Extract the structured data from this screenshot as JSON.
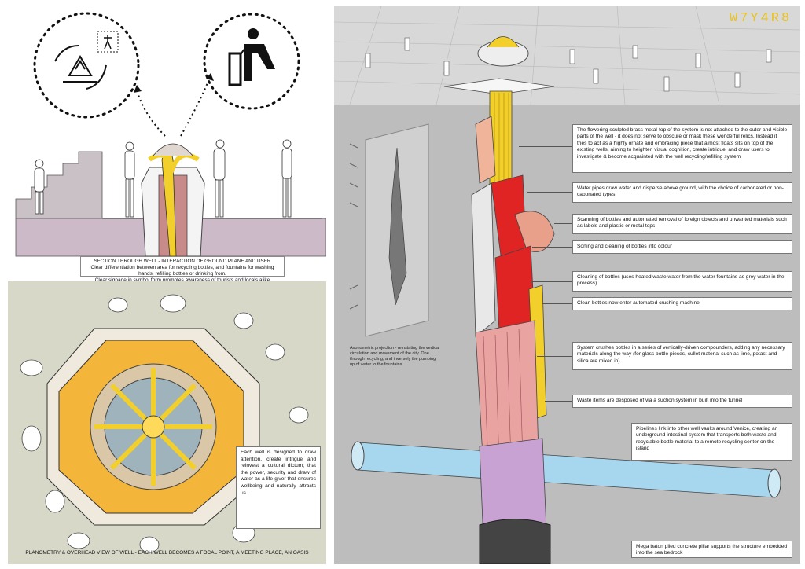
{
  "code": "W7Y4R8",
  "section": {
    "title": "SECTION THROUGH WELL - INTERACTION OF GROUND PLANE AND USER",
    "line1": "Clear differentiation between area for recycling bottles, and fountains for washing hands, refilling bottles or drinking from.",
    "line2": "Clear signage in symbol form promotes awareness of tourists and locals alike"
  },
  "plan": {
    "description": "Each well is designed to draw attention, create intrigue and reinvest a cultural dictum; that the power, security and draw of water as a life-giver that ensures wellbeing and naturally attracts us.",
    "caption": "PLANOMETRY & OVERHEAD VIEW OF WELL - EACH WELL BECOMES A FOCAL POINT, A MEETING PLACE, AN OASIS"
  },
  "axo_note": "Axonometric projection - reinstating the vertical circulation and movement of the city. One through recycling, and inversely the pumping up of water to the fountains",
  "notes": [
    "The flowering sculpted brass metal-top of the system is not attached to the outer and visible parts of the well - it does not serve to obscure or mask these wonderful relics. Instead it tries to act as a highly ornate and embracing piece that almost floats sits on top of the existing wells, aiming to heighten visual cognition, create intridue, and draw users to investigate & become acquainted with the well recycling/refilling system",
    "Water pipes draw water and disperse above ground, with the choice of carbonated or non-cabonated types",
    "Scanning of bottles and automated removal of foreign objects and unwanted materials such as labels and plastic or metal tops",
    "Sorting and cleaning of bottles into colour",
    "Cleaning of bottles (uses heated waste water from the water fountains as grey water in the process)",
    "Clean bottles now enter automated crushing machine",
    "System crushes bottles in a series of vertically-driven compounders, adding any necessary materials along the way (for glass bottle pieces, cullet material such as lime, potast and silica are mixed in)",
    "Waste items are desposed of via a suction system in built into the tunnel",
    "Pipelines link into other well vaults around Venice, creating an underground intestinal system that transports both waste and recyclable bottle material to a remote recycling center on the island",
    "Mega baton piled concrete pillar supports the structure embedded into the sea bedrock"
  ],
  "colors": {
    "code": "#e8c21e",
    "brass": "#f2cf2a",
    "pipe_red": "#e02424",
    "pipe_pink": "#e9a3a0",
    "pipe_violet": "#c9a2d4",
    "pipe_blue": "#a7d7ee",
    "paving": "#d8d8d8"
  }
}
